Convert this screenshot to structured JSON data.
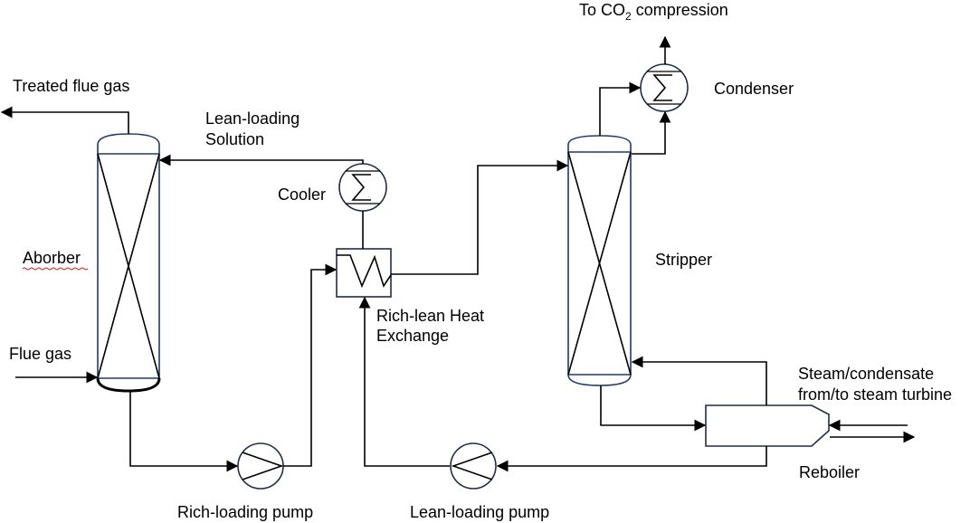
{
  "labels": {
    "treated_flue_gas": "Treated flue gas",
    "lean_loading_solution_1": "Lean-loading",
    "lean_loading_solution_2": "Solution",
    "cooler": "Cooler",
    "absorber": "Aborber",
    "flue_gas": "Flue gas",
    "rich_lean_hx_1": "Rich-lean Heat",
    "rich_lean_hx_2": "Exchange",
    "rich_loading_pump": "Rich-loading pump",
    "lean_loading_pump": "Lean-loading pump",
    "to_co2_prefix": "To CO",
    "to_co2_sub": "2",
    "to_co2_suffix": " compression",
    "condenser": "Condenser",
    "stripper": "Stripper",
    "steam_1": "Steam/condensate",
    "steam_2": "from/to steam turbine",
    "reboiler": "Reboiler"
  },
  "colors": {
    "line": "#000000",
    "equipment_outline": "#1f2d4a",
    "misspelling_underline": "#d22020"
  }
}
